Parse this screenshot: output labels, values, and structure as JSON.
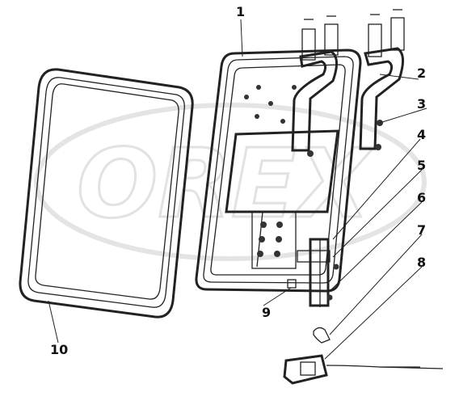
{
  "watermark": {
    "text": "OREX",
    "color": "#d9d9d9"
  },
  "colors": {
    "line": "#222222",
    "background": "#ffffff",
    "watermark": "#e2e2e2"
  },
  "callouts": [
    {
      "id": "1",
      "label": "1"
    },
    {
      "id": "2",
      "label": "2"
    },
    {
      "id": "3",
      "label": "3"
    },
    {
      "id": "4",
      "label": "4"
    },
    {
      "id": "5",
      "label": "5"
    },
    {
      "id": "6",
      "label": "6"
    },
    {
      "id": "7",
      "label": "7"
    },
    {
      "id": "8",
      "label": "8"
    },
    {
      "id": "9",
      "label": "9"
    },
    {
      "id": "10",
      "label": "10"
    }
  ]
}
